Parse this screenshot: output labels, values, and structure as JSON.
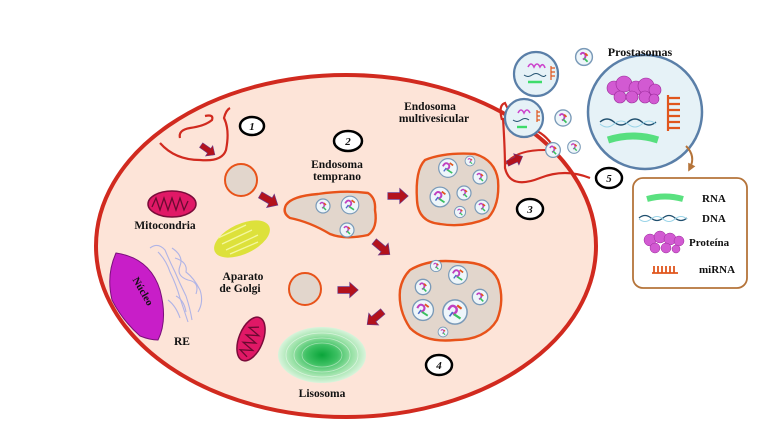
{
  "title": "Biogénesis de prostasomas",
  "labels": {
    "mitochondria": "Mitocondria",
    "golgi_line1": "Aparato",
    "golgi_line2": "de Golgi",
    "nucleus": "Núcleo",
    "er": "RE",
    "lysosome": "Lisosoma",
    "early_endosome_line1": "Endosoma",
    "early_endosome_line2": "temprano",
    "mvb_line1": "Endosoma",
    "mvb_line2": "multivesicular",
    "prostasomes": "Prostasomas"
  },
  "steps": [
    "1",
    "2",
    "3",
    "4",
    "5"
  ],
  "legend": {
    "items": [
      {
        "label": "RNA",
        "icon": "rna-icon",
        "color": "#3ddc6a"
      },
      {
        "label": "DNA",
        "icon": "dna-icon",
        "color": "#1f4f6e"
      },
      {
        "label": "Proteína",
        "icon": "protein-icon",
        "color": "#cc44cc"
      },
      {
        "label": "miRNA",
        "icon": "mirna-icon",
        "color": "#e0561d"
      }
    ]
  },
  "colors": {
    "membrane": "#d12a1f",
    "cytoplasm": "#fde4d8",
    "endosome_border": "#e8531a",
    "endosome_fill": "#e2d6cc",
    "arrow": "#b3121c",
    "nucleus": "#c81ec8",
    "mito": "#e01866",
    "golgi": "#d9e02a",
    "lysosome": "#1ea84a",
    "vesicle_border": "#5a7fa8",
    "vesicle_fill": "#e6f2f7",
    "legend_border": "#b5743a"
  }
}
